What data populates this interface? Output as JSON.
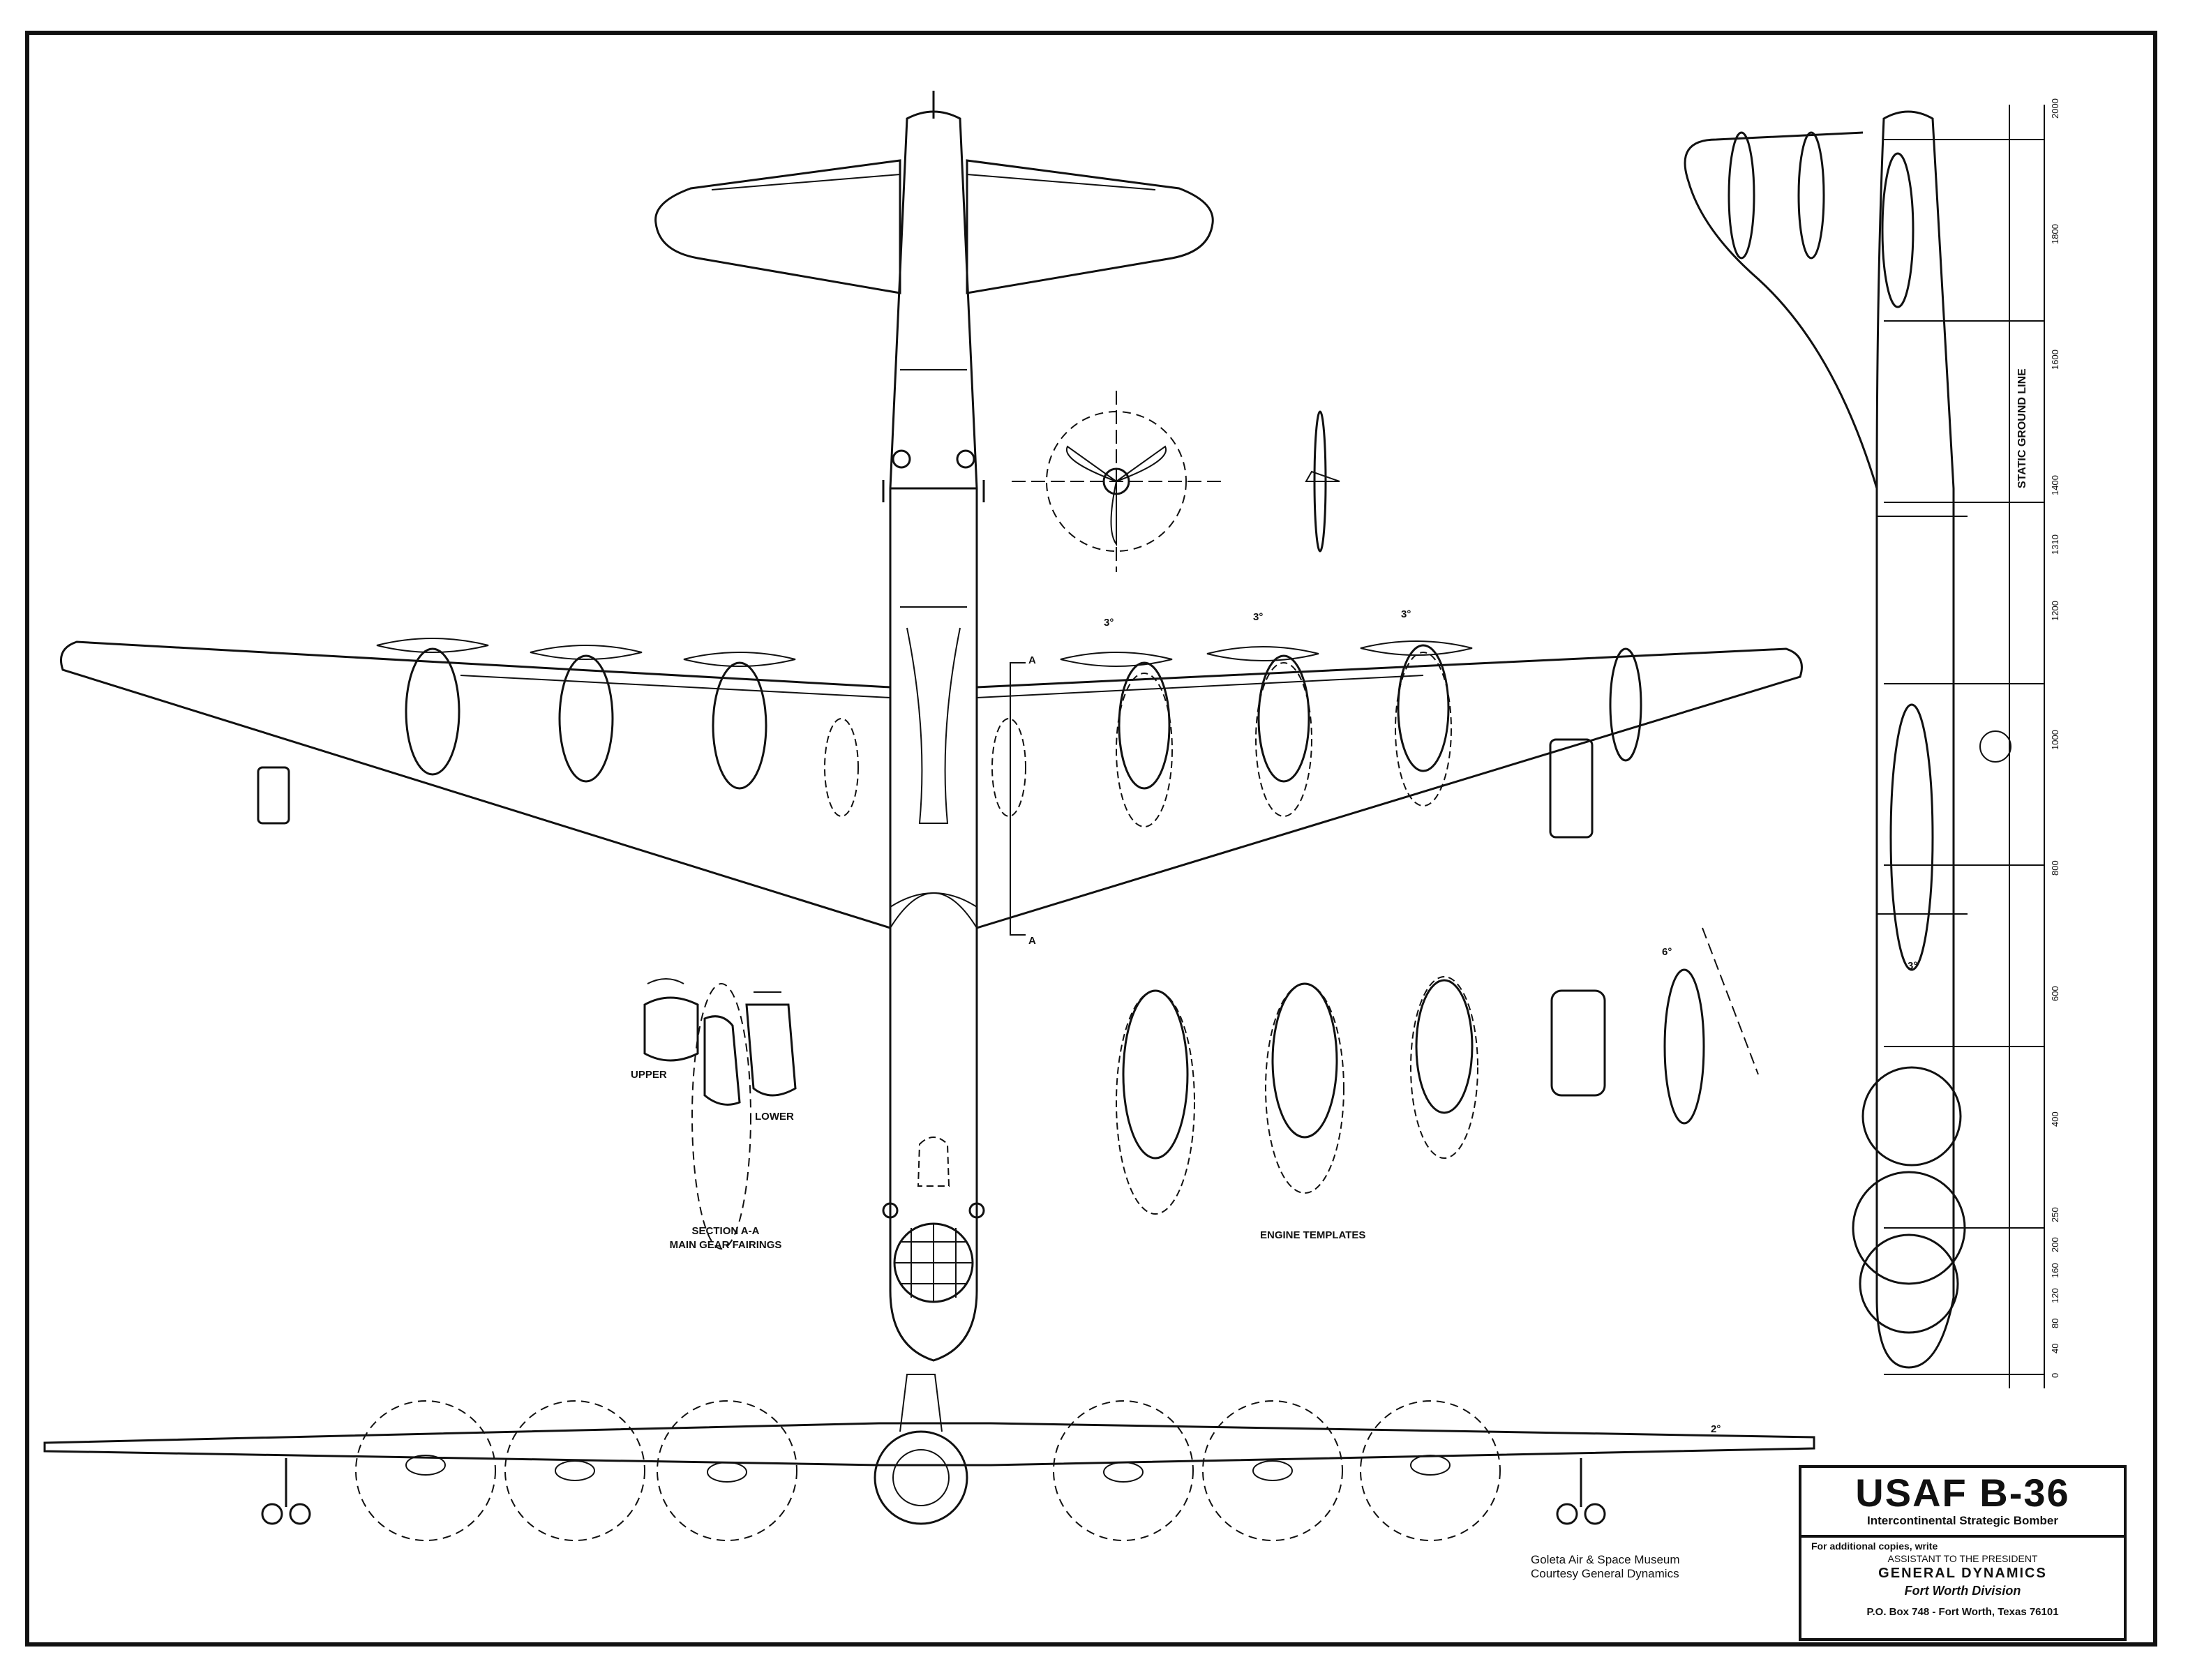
{
  "title_block": {
    "title": "USAF  B-36",
    "subtitle": "Intercontinental Strategic Bomber",
    "note": "For additional copies, write",
    "line1": "ASSISTANT TO THE PRESIDENT",
    "line2": "GENERAL DYNAMICS",
    "line3": "Fort Worth Division",
    "line4": "P.O. Box 748 - Fort Worth, Texas 76101"
  },
  "credit": {
    "line1": "Goleta Air & Space Museum",
    "line2": "Courtesy General Dynamics"
  },
  "labels": {
    "section_a": "SECTION A-A",
    "main_gear": "MAIN GEAR FAIRINGS",
    "upper": "UPPER",
    "lower": "LOWER",
    "engine_templates": "ENGINE TEMPLATES",
    "static_ground_line": "STATIC GROUND LINE",
    "section_marker_top": "A",
    "section_marker_bottom": "A",
    "angle_3a": "3°",
    "angle_3b": "3°",
    "angle_3c": "3°",
    "angle_6": "6°",
    "angle_3side": "3°",
    "angle_2": "2°"
  },
  "station_scale": [
    "2000",
    "1800",
    "1600",
    "1400",
    "1310",
    "1200",
    "1000",
    "800",
    "600",
    "400",
    "250",
    "200",
    "160",
    "120",
    "80",
    "40",
    "0"
  ]
}
